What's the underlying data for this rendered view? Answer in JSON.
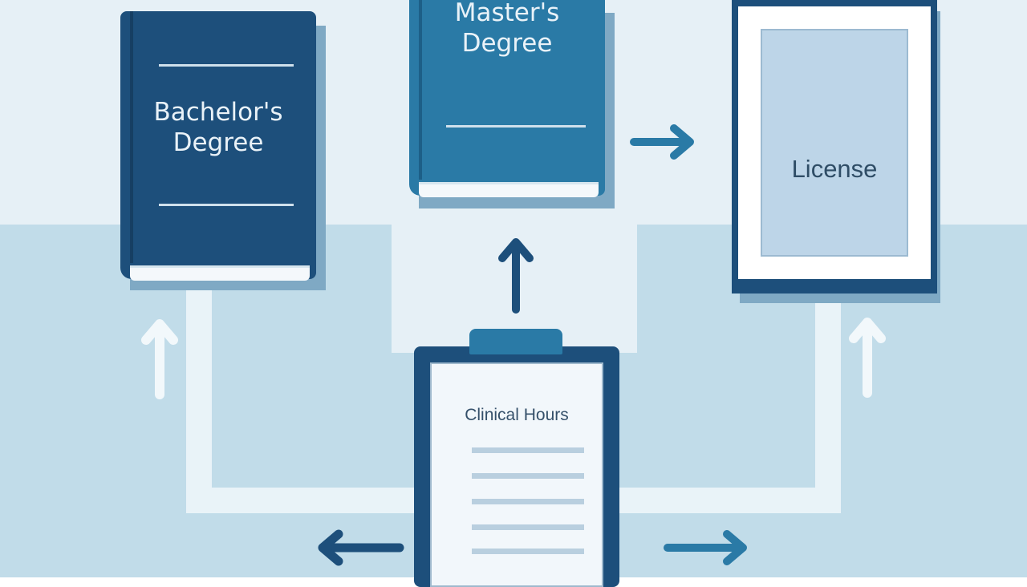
{
  "nodes": {
    "bachelors": {
      "label": "Bachelor's Degree",
      "line1": "Bachelor's",
      "line2": "Degree"
    },
    "masters": {
      "label": "Master's Degree",
      "line1": "Master's",
      "line2": "Degree"
    },
    "license": {
      "label": "License"
    },
    "clinical": {
      "label": "Clinical Hours"
    }
  },
  "colors": {
    "background_top": "#e6f0f6",
    "background_bottom": "#c1dce9",
    "navy": "#1d4f7b",
    "steel_blue": "#2a7aa6",
    "connector": "#e9f3f8"
  },
  "icons": [
    "book-icon",
    "book-icon",
    "certificate-frame-icon",
    "clipboard-icon",
    "arrow-icon"
  ]
}
